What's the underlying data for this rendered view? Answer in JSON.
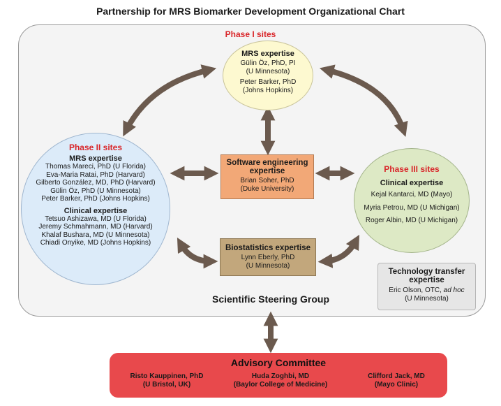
{
  "title": "Partnership for MRS Biomarker Development  Organizational Chart",
  "steering_group": {
    "label": "Scientific Steering Group"
  },
  "colors": {
    "arrow": "#6b5a4e",
    "phase_label": "#d9262a",
    "phase1_fill": "#fdf9d0",
    "phase2_fill": "#dcebf9",
    "phase3_fill": "#dde9c5",
    "software_fill": "#f2a877",
    "biostats_fill": "#c2a77c",
    "advisory_fill": "#e8494c"
  },
  "phase1": {
    "label": "Phase I sites",
    "section": "MRS expertise",
    "members": [
      {
        "line1": "Gülin Öz, PhD, PI",
        "line2": "(U Minnesota)"
      },
      {
        "line1": "Peter Barker, PhD",
        "line2": "(Johns Hopkins)"
      }
    ]
  },
  "phase2": {
    "label": "Phase II sites",
    "sections": [
      {
        "title": "MRS expertise",
        "members": [
          "Thomas Mareci, PhD (U Florida)",
          "Eva-Maria Ratai, PhD (Harvard)",
          "Gilberto González, MD, PhD (Harvard)",
          "Gülin Öz, PhD (U Minnesota)",
          "Peter Barker, PhD (Johns Hopkins)"
        ]
      },
      {
        "title": "Clinical expertise",
        "members": [
          "Tetsuo Ashizawa, MD (U Florida)",
          "Jeremy Schmahmann, MD (Harvard)",
          "Khalaf Bushara, MD (U Minnesota)",
          "Chiadi Onyike, MD (Johns Hopkins)"
        ]
      }
    ]
  },
  "phase3": {
    "label": "Phase III sites",
    "section": "Clinical expertise",
    "members": [
      "Kejal Kantarci, MD (Mayo)",
      "Myria Petrou, MD (U Michigan)",
      "Roger Albin, MD (U Michigan)"
    ]
  },
  "software": {
    "title_line1": "Software engineering",
    "title_line2": "expertise",
    "member_line1": "Brian Soher, PhD",
    "member_line2": "(Duke University)"
  },
  "biostats": {
    "title": "Biostatistics expertise",
    "member_line1": "Lynn Eberly, PhD",
    "member_line2": "(U Minnesota)"
  },
  "tech_transfer": {
    "title_line1": "Technology transfer",
    "title_line2": "expertise",
    "member_name": "Eric Olson, OTC,",
    "member_role": "ad hoc",
    "member_line2": "(U Minnesota)"
  },
  "advisory": {
    "title": "Advisory Committee",
    "members": [
      {
        "name": "Risto Kauppinen, PhD",
        "affiliation": "(U Bristol, UK)"
      },
      {
        "name": "Huda Zoghbi, MD",
        "affiliation": "(Baylor College of Medicine)"
      },
      {
        "name": "Clifford Jack, MD",
        "affiliation": "(Mayo Clinic)"
      }
    ]
  }
}
